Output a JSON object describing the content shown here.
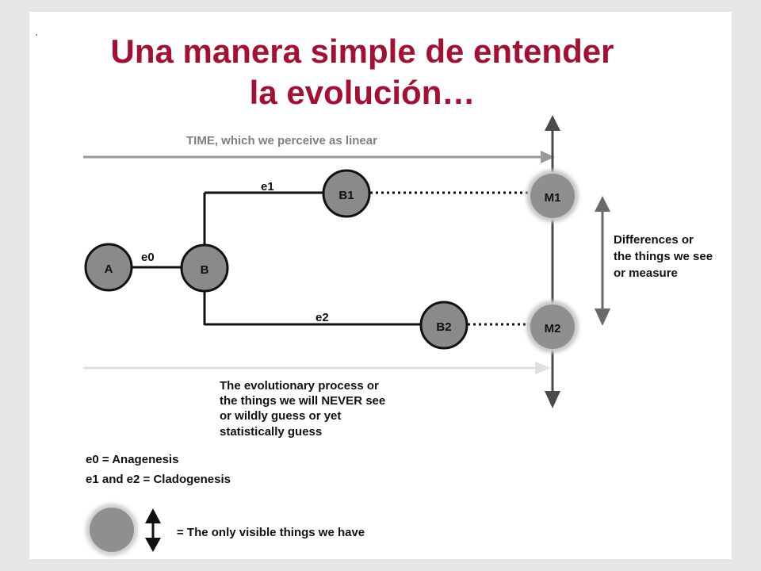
{
  "title": {
    "line1": "Una manera simple de entender",
    "line2": "la evolución…"
  },
  "diagram": {
    "time_label": "TIME, which we perceive as linear",
    "nodes": {
      "A": "A",
      "B": "B",
      "B1": "B1",
      "B2": "B2",
      "M1": "M1",
      "M2": "M2"
    },
    "edges": {
      "e0": "e0",
      "e1": "e1",
      "e2": "e2"
    },
    "differences_label": [
      "Differences or",
      "the things we see",
      "or measure"
    ],
    "process_label": [
      "The evolutionary process or",
      "the things we will NEVER see",
      "or wildly guess or yet",
      "statistically guess"
    ]
  },
  "legend": {
    "line1": "e0 = Anagenesis",
    "line2": "e1 and e2 = Cladogenesis",
    "visible_label": "= The only visible things we have"
  },
  "colors": {
    "title": "#a50f32",
    "node_fill": "#8a8a8a",
    "visible_fill": "#8f8f8f",
    "time_arrow": "#9a9a9a",
    "process_arrow": "#e0e0e0"
  }
}
